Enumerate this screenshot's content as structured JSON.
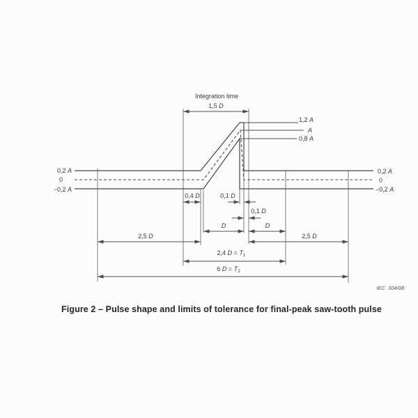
{
  "figure": {
    "integration_time_label": "Integration time",
    "iec_ref": "IEC  304/08",
    "caption": "Figure 2 – Pulse shape and limits of tolerance for final-peak saw-tooth pulse"
  },
  "colors": {
    "ink": "#454545",
    "text": "#3a3a3a",
    "background": "#fcfcfb"
  },
  "labels": {
    "dim_1_5d": {
      "num": "1,5 ",
      "var": "D"
    },
    "peak_1_2a": {
      "num": "1,2 ",
      "var": "A"
    },
    "peak_a": {
      "num": "",
      "var": "A"
    },
    "peak_0_8a": {
      "num": "0,8 ",
      "var": "A"
    },
    "level_0_2a_left": {
      "num": "0,2 ",
      "var": "A"
    },
    "level_0_left": {
      "num": "0",
      "var": ""
    },
    "level_m0_2a_left": {
      "num": "−0,2 ",
      "var": "A"
    },
    "level_0_2a_right": {
      "num": "0,2 ",
      "var": "A"
    },
    "level_0_right": {
      "num": "0",
      "var": ""
    },
    "level_m0_2a_right": {
      "num": "−0,2 ",
      "var": "A"
    },
    "dim_0_4d": {
      "num": "0,4 ",
      "var": "D"
    },
    "dim_0_1d_a": {
      "num": "0,1 ",
      "var": "D"
    },
    "dim_0_1d_b": {
      "num": "0,1 ",
      "var": "D"
    },
    "dim_d_left": {
      "num": "",
      "var": "D"
    },
    "dim_d_right": {
      "num": "",
      "var": "D"
    },
    "dim_2_5d_left": {
      "num": "2,5 ",
      "var": "D"
    },
    "dim_2_5d_right": {
      "num": "2,5 ",
      "var": "D"
    },
    "dim_t1": {
      "num": "2,4 ",
      "var": "D",
      "eq": " = ",
      "tvar": "T",
      "tsub": "1"
    },
    "dim_t2": {
      "num": "6 ",
      "var": "D",
      "eq": " = ",
      "tvar": "T",
      "tsub": "2"
    }
  }
}
